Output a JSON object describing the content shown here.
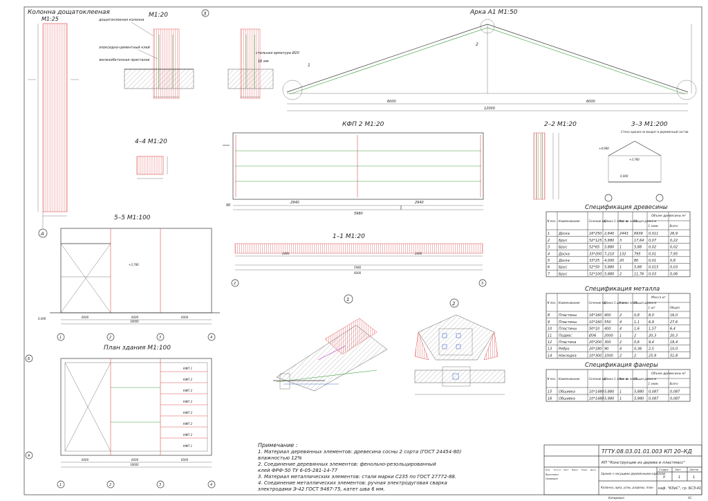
{
  "views": {
    "column": {
      "title": "Колонна дощатоклееная",
      "scale": "M1:25",
      "axis": "А"
    },
    "detail_m120": {
      "scale": "M1:20",
      "num": "3",
      "labels": [
        "дощатоклееная колонна",
        "эпоксидно-цементный клей",
        "железобетонная пристанок",
        "стальная арматура Ø20",
        "16 мм"
      ]
    },
    "arch": {
      "title": "Арка А1 M1:50",
      "dims": [
        "6000",
        "6000",
        "12000"
      ],
      "marks": [
        "1",
        "2"
      ]
    },
    "kfp": {
      "title": "КФП 2 M1:20",
      "dims": [
        "2940",
        "2940",
        "5980",
        "90"
      ]
    },
    "sec22": {
      "title": "2–2 M1:20"
    },
    "sec33": {
      "title": "3–3 M1:200",
      "note": "Стена здания не входит в деревянный состав",
      "levels": [
        "+4,980",
        "+3,780",
        "0,000"
      ]
    },
    "sec44": {
      "title": "4–4 M1:20"
    },
    "sec55": {
      "title": "5–5 M1:100",
      "level": "+3,780",
      "base": "0,000",
      "dims": [
        "6000",
        "6000",
        "6000",
        "18000"
      ],
      "axes": [
        "1",
        "2",
        "3",
        "4"
      ]
    },
    "sec11": {
      "title": "1–1 M1:20",
      "dims": [
        "2490",
        "2490",
        "5980",
        "6000"
      ],
      "axes": [
        "2",
        "3"
      ]
    },
    "node1": {
      "title": "1"
    },
    "node2": {
      "title": "2"
    },
    "plan": {
      "title": "План здания M1:100",
      "axes_h": [
        "1",
        "2",
        "3",
        "4"
      ],
      "axes_v": [
        "А",
        "Б"
      ],
      "dims": [
        "6000",
        "6000",
        "6000",
        "18000"
      ],
      "kfp_labels": [
        "КФП 1",
        "КФП 2",
        "КФП 2",
        "КФП 2",
        "КФП 2",
        "КФП 2",
        "КФП 2",
        "КФП 1"
      ]
    }
  },
  "spec_wood": {
    "title": "Спецификация древесины",
    "headers": [
      "N поз.",
      "Наименование",
      "Сечение мм",
      "Длина 1 элем. м",
      "Кол-во элем.",
      "Общая длина м",
      "1 элем.",
      "Всего"
    ],
    "group_header": "Объем древесины м³",
    "rows": [
      [
        "1",
        "Доска",
        "16*250",
        "2,840",
        "2443",
        "6939",
        "0,011",
        "26,9"
      ],
      [
        "2",
        "Брус",
        "52*125",
        "5,880",
        "3",
        "17,64",
        "0,07",
        "0,22"
      ],
      [
        "3",
        "Брус",
        "52*65",
        "5,880",
        "1",
        "5,88",
        "0,02",
        "0,02"
      ],
      [
        "4",
        "Доска",
        "33*200",
        "7,210",
        "132",
        "795",
        "0,01",
        "7,95"
      ],
      [
        "5",
        "Доска",
        "33*25",
        "4,000",
        "20",
        "80",
        "0,01",
        "0,8"
      ],
      [
        "6",
        "Брус",
        "52*50",
        "5,880",
        "1",
        "5,88",
        "0,015",
        "0,03"
      ],
      [
        "7",
        "Брус",
        "52*100",
        "5,880",
        "2",
        "11,76",
        "0,03",
        "0,06"
      ]
    ]
  },
  "spec_metal": {
    "title": "Спецификация металла",
    "headers": [
      "N поз.",
      "Наименование",
      "Сечение мм",
      "Длина 1 шт мм",
      "Кол-во элем.",
      "Общая длина м",
      "1 шт",
      "Общая"
    ],
    "group_header": "Масса кг",
    "rows": [
      [
        "8",
        "Пластины",
        "16*160",
        "400",
        "2",
        "0,8",
        "8,0",
        "16,0"
      ],
      [
        "9",
        "Пластины",
        "10*160",
        "550",
        "4",
        "1,1",
        "6,9",
        "27,6"
      ],
      [
        "10",
        "Пластины",
        "50*10",
        "400",
        "4",
        "1,6",
        "1,57",
        "6,4"
      ],
      [
        "11",
        "Подвес",
        "Ø36",
        "2000",
        "1",
        "2",
        "20,3",
        "20,3"
      ],
      [
        "12",
        "Пластина",
        "20*200",
        "300",
        "2",
        "0,6",
        "9,4",
        "18,4"
      ],
      [
        "13",
        "Ребро",
        "20*180",
        "90",
        "4",
        "0,36",
        "2,5",
        "10,0"
      ],
      [
        "14",
        "Накладка",
        "10*300",
        "1000",
        "2",
        "2",
        "25,9",
        "51,8"
      ]
    ]
  },
  "spec_plywood": {
    "title": "Спецификация фанеры",
    "headers": [
      "N поз.",
      "Наименование",
      "Сечение мм",
      "Длина 1 элем. м",
      "Кол-во элем.",
      "Общая длина м",
      "1 элем.",
      "Всего"
    ],
    "group_header": "Объем древесины м³",
    "rows": [
      [
        "15",
        "Обшивка",
        "10*1480",
        "5,880",
        "1",
        "5,880",
        "0,087",
        "0,087"
      ],
      [
        "16",
        "Обшивка",
        "10*1480",
        "5,980",
        "1",
        "5,980",
        "0,087",
        "0,087"
      ]
    ]
  },
  "notes": {
    "header": "Примечание :",
    "lines": [
      "1. Материал деревянных элементов: древесина сосны 2 сорта (ГОСТ 24454-80)",
      "влажностью 12%",
      "2. Соединение деревянных элементов: фенольно-резольцированный",
      "клей ФРФ-50  ТУ 6-05-281-14-77",
      "3. Материал металлических элементов: стали марки С235 по ГОСТ 27772-88.",
      "4. Соединение металлических элементов: ручная электродуговая сварка",
      "электродами Э-42 ГОСТ 9467-75, катет шва 6 мм."
    ]
  },
  "title_block": {
    "code": "ТГТУ.08.03.01.01.003 КП 20–КД",
    "project": "КП \"Конструкции из дерева и пластмасс\"",
    "building": "Здание с несущими деревянными каркасом",
    "sheet_name": "Колонна, арка, узлы, разрезы, план",
    "stage": "У",
    "sheet": "1",
    "sheets": "1",
    "org": "каф. \"КЗиС\", гр. БСЗ-41",
    "roles": [
      "Изм.",
      "Кол.уч",
      "Лист",
      "№док",
      "Подп.",
      "Дата"
    ],
    "cols": [
      "Стадия",
      "Лист",
      "Листов"
    ],
    "people": [
      "Выполнил",
      "Проверил"
    ],
    "copied": "Копировал",
    "format": "А1"
  },
  "colors": {
    "line": "#333333",
    "red": "#e05050",
    "green": "#3a9a3a",
    "blue": "#4a66c8",
    "magenta": "#c030c0"
  }
}
